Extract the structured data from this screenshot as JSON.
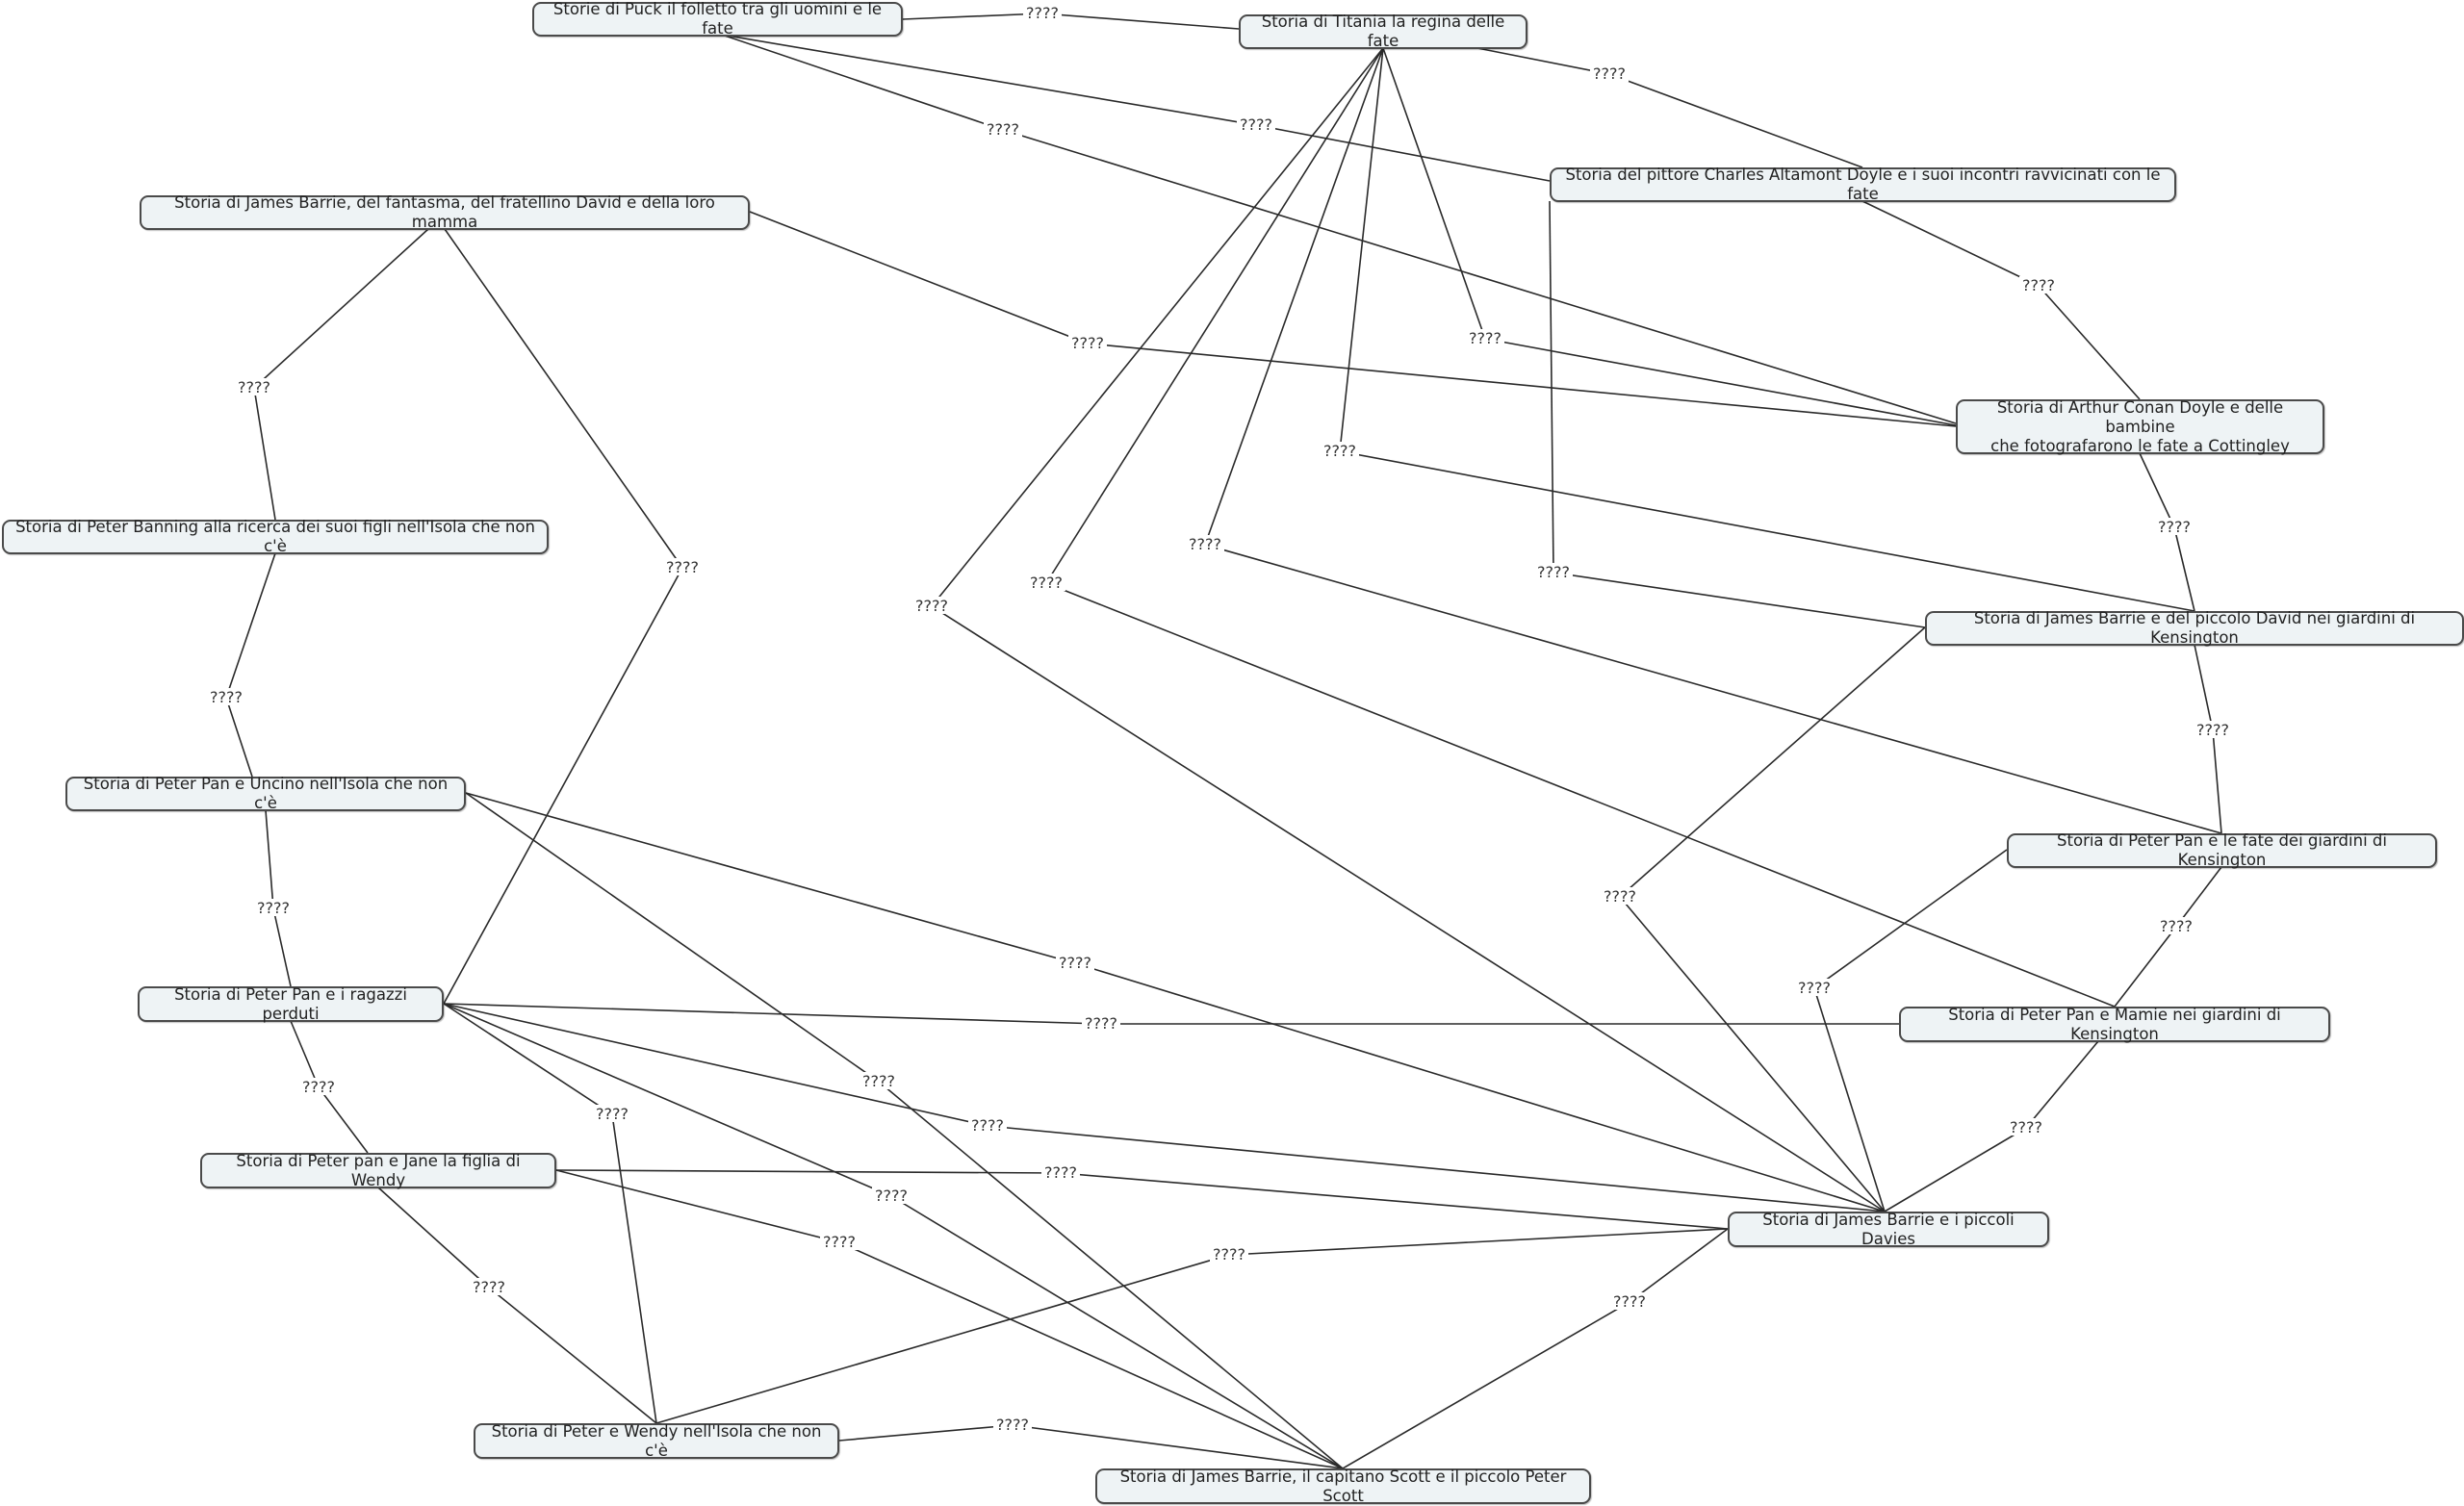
{
  "map": {
    "background": "#ffffff",
    "node_fill": "#eef3f5",
    "node_border": "#4a4a4a",
    "line_color": "#2a2a2a",
    "nodes": [
      {
        "id": "puck",
        "label": "Storie di Puck il folletto tra gli uomini e le fate"
      },
      {
        "id": "titania",
        "label": "Storia di Titania la regina delle fate"
      },
      {
        "id": "jb_fantasma",
        "label": "Storia di James Barrie, del fantasma, del fratellino David e della loro mamma"
      },
      {
        "id": "charles_doyle",
        "label": "Storia del pittore Charles Altamont Doyle e i suoi incontri ravvicinati con le fate"
      },
      {
        "id": "conan_doyle",
        "label": "Storia di Arthur Conan Doyle e delle bambine\nche fotografarono le fate a Cottingley"
      },
      {
        "id": "banning",
        "label": "Storia di Peter Banning alla ricerca dei suoi figli nell'Isola che non c'è"
      },
      {
        "id": "jb_david",
        "label": "Storia di James Barrie e del piccolo David nei giardini di Kensington"
      },
      {
        "id": "pp_uncino",
        "label": "Storia di Peter Pan e Uncino nell'Isola che non c'è"
      },
      {
        "id": "pp_fate",
        "label": "Storia di Peter Pan e le fate dei giardini di Kensington"
      },
      {
        "id": "pp_ragazzi",
        "label": "Storia di Peter Pan e i ragazzi perduti"
      },
      {
        "id": "pp_mamie",
        "label": "Storia di Peter Pan e Mamie nei giardini di Kensington"
      },
      {
        "id": "pp_jane",
        "label": "Storia di Peter pan e Jane la figlia di Wendy"
      },
      {
        "id": "jb_davies",
        "label": "Storia di James Barrie e i piccoli Davies"
      },
      {
        "id": "peter_wendy",
        "label": "Storia di Peter e Wendy nell'Isola che non c'è"
      },
      {
        "id": "jb_scott",
        "label": "Storia di James Barrie, il capitano Scott e il piccolo Peter Scott"
      }
    ],
    "links": [
      {
        "from": "puck",
        "to": "titania",
        "label": "????"
      },
      {
        "from": "puck",
        "to": "charles_doyle",
        "label": "????"
      },
      {
        "from": "puck",
        "to": "conan_doyle",
        "label": "????"
      },
      {
        "from": "titania",
        "to": "charles_doyle",
        "label": "????"
      },
      {
        "from": "titania",
        "to": "conan_doyle",
        "label": "????"
      },
      {
        "from": "titania",
        "to": "jb_david",
        "label": "????"
      },
      {
        "from": "titania",
        "to": "pp_fate",
        "label": "????"
      },
      {
        "from": "titania",
        "to": "pp_mamie",
        "label": "????"
      },
      {
        "from": "titania",
        "to": "jb_davies",
        "label": "????"
      },
      {
        "from": "jb_fantasma",
        "to": "conan_doyle",
        "label": "????"
      },
      {
        "from": "jb_fantasma",
        "to": "banning",
        "label": "????"
      },
      {
        "from": "jb_fantasma",
        "to": "pp_ragazzi",
        "label": "????"
      },
      {
        "from": "charles_doyle",
        "to": "conan_doyle",
        "label": "????"
      },
      {
        "from": "charles_doyle",
        "to": "jb_david",
        "label": "????"
      },
      {
        "from": "conan_doyle",
        "to": "jb_david",
        "label": "????"
      },
      {
        "from": "banning",
        "to": "pp_uncino",
        "label": "????"
      },
      {
        "from": "jb_david",
        "to": "pp_fate",
        "label": "????"
      },
      {
        "from": "jb_david",
        "to": "jb_davies",
        "label": "????"
      },
      {
        "from": "pp_uncino",
        "to": "pp_ragazzi",
        "label": "????"
      },
      {
        "from": "pp_uncino",
        "to": "jb_davies",
        "label": "????"
      },
      {
        "from": "pp_uncino",
        "to": "jb_scott",
        "label": "????"
      },
      {
        "from": "pp_fate",
        "to": "pp_mamie",
        "label": "????"
      },
      {
        "from": "pp_fate",
        "to": "jb_davies",
        "label": "????"
      },
      {
        "from": "pp_ragazzi",
        "to": "pp_mamie",
        "label": "????"
      },
      {
        "from": "pp_ragazzi",
        "to": "jb_davies",
        "label": "????"
      },
      {
        "from": "pp_ragazzi",
        "to": "pp_jane",
        "label": "????"
      },
      {
        "from": "pp_ragazzi",
        "to": "peter_wendy",
        "label": "????"
      },
      {
        "from": "pp_ragazzi",
        "to": "jb_scott",
        "label": "????"
      },
      {
        "from": "pp_mamie",
        "to": "jb_davies",
        "label": "????"
      },
      {
        "from": "pp_jane",
        "to": "jb_davies",
        "label": "????"
      },
      {
        "from": "pp_jane",
        "to": "peter_wendy",
        "label": "????"
      },
      {
        "from": "pp_jane",
        "to": "jb_scott",
        "label": "????"
      },
      {
        "from": "peter_wendy",
        "to": "jb_davies",
        "label": "????"
      },
      {
        "from": "peter_wendy",
        "to": "jb_scott",
        "label": "????"
      },
      {
        "from": "jb_davies",
        "to": "jb_scott",
        "label": "????"
      }
    ]
  }
}
